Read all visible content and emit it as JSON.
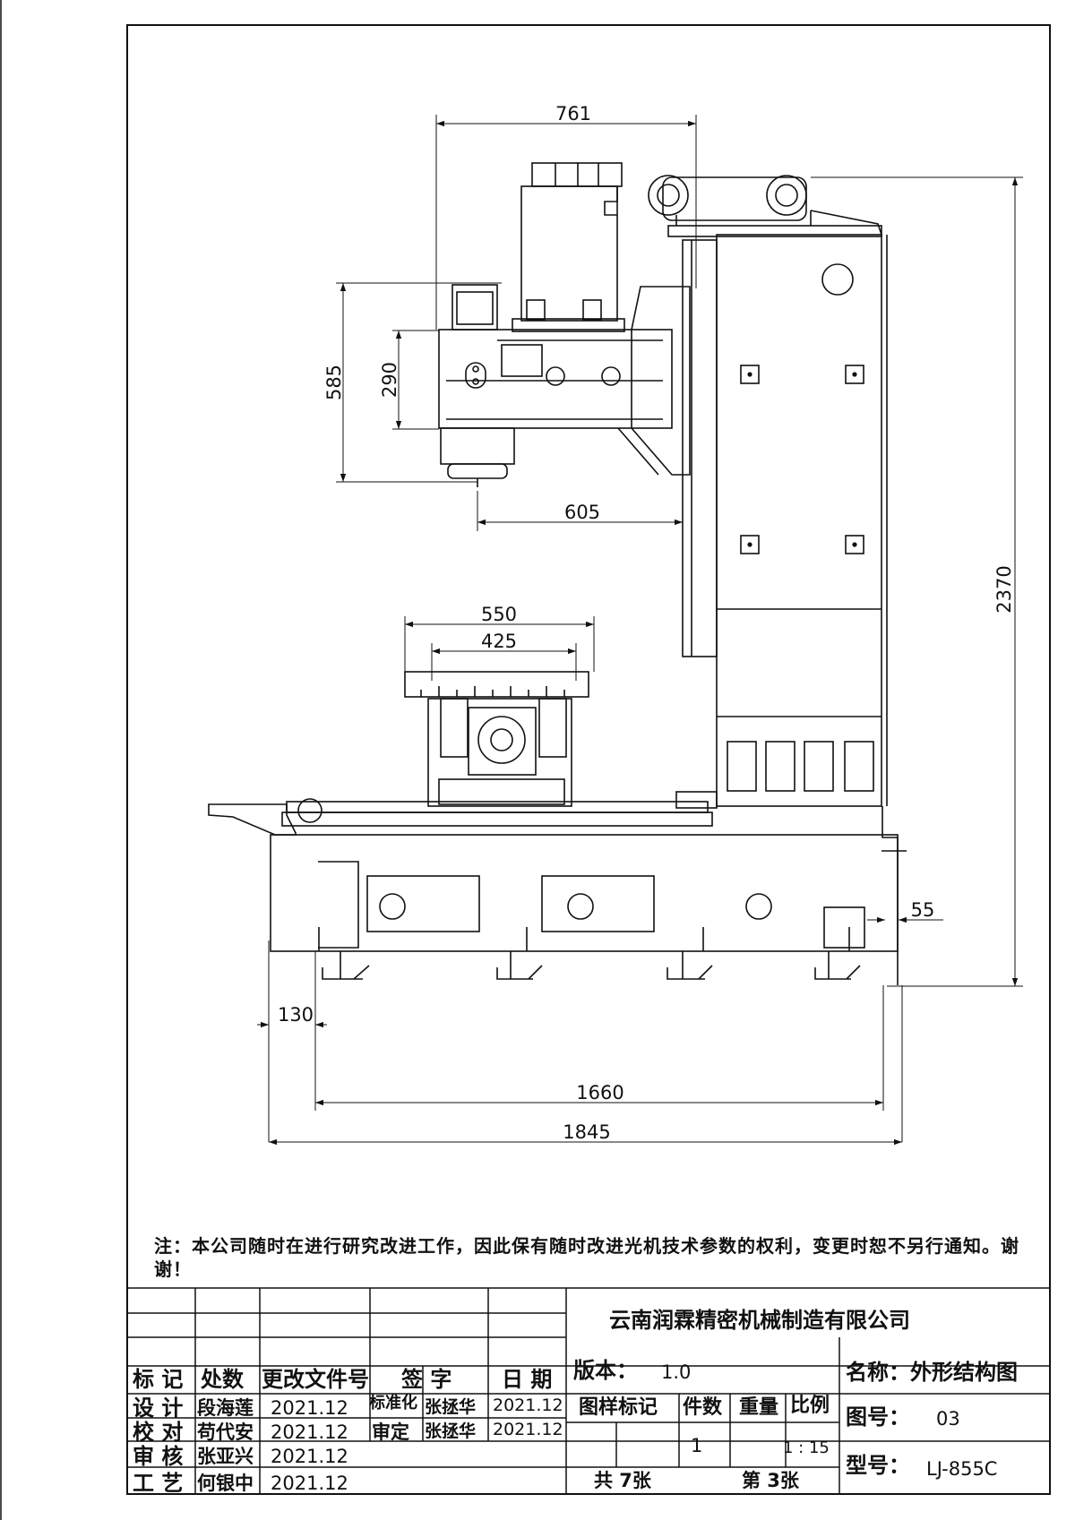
{
  "dimensions": {
    "top_width": "761",
    "head_height": "585",
    "spindle_height": "290",
    "column_offset": "605",
    "table_width": "550",
    "slot_span": "425",
    "overall_height": "2370",
    "base_rear_offset": "55",
    "front_overhang": "130",
    "base_length": "1660",
    "overall_length": "1845"
  },
  "note": "注：本公司随时在进行研究改进工作，因此保有随时改进光机技术参数的权利，变更时恕不另行通知。谢谢！",
  "title_block": {
    "company": "云南润霖精密机械制造有限公司",
    "headers": {
      "mark": "标 记",
      "count": "处数",
      "change_doc": "更改文件号",
      "signature": "签 字",
      "date": "日 期"
    },
    "rows": [
      {
        "role": "设 计",
        "name": "段海莲",
        "date": "2021.12",
        "role2": "标准化",
        "name2": "张拯华",
        "date2": "2021.12"
      },
      {
        "role": "校 对",
        "name": "苟代安",
        "date": "2021.12",
        "role2": "审定",
        "name2": "张拯华",
        "date2": "2021.12"
      },
      {
        "role": "审 核",
        "name": "张亚兴",
        "date": "2021.12"
      },
      {
        "role": "工 艺",
        "name": "何银中",
        "date": "2021.12"
      }
    ],
    "version_label": "版本：",
    "version_value": "1.0",
    "name_label": "名称：外形结构图",
    "sample_mark": "图样标记",
    "quantity_label": "件数",
    "weight_label": "重量",
    "scale_label": "比例",
    "quantity_value": "1",
    "scale_value": "1 : 15",
    "drawing_no_label": "图号：",
    "drawing_no_value": "03",
    "total_sheets": "共 7张",
    "sheet_no": "第 3张",
    "model_label": "型号：",
    "model_value": "LJ-855C"
  }
}
